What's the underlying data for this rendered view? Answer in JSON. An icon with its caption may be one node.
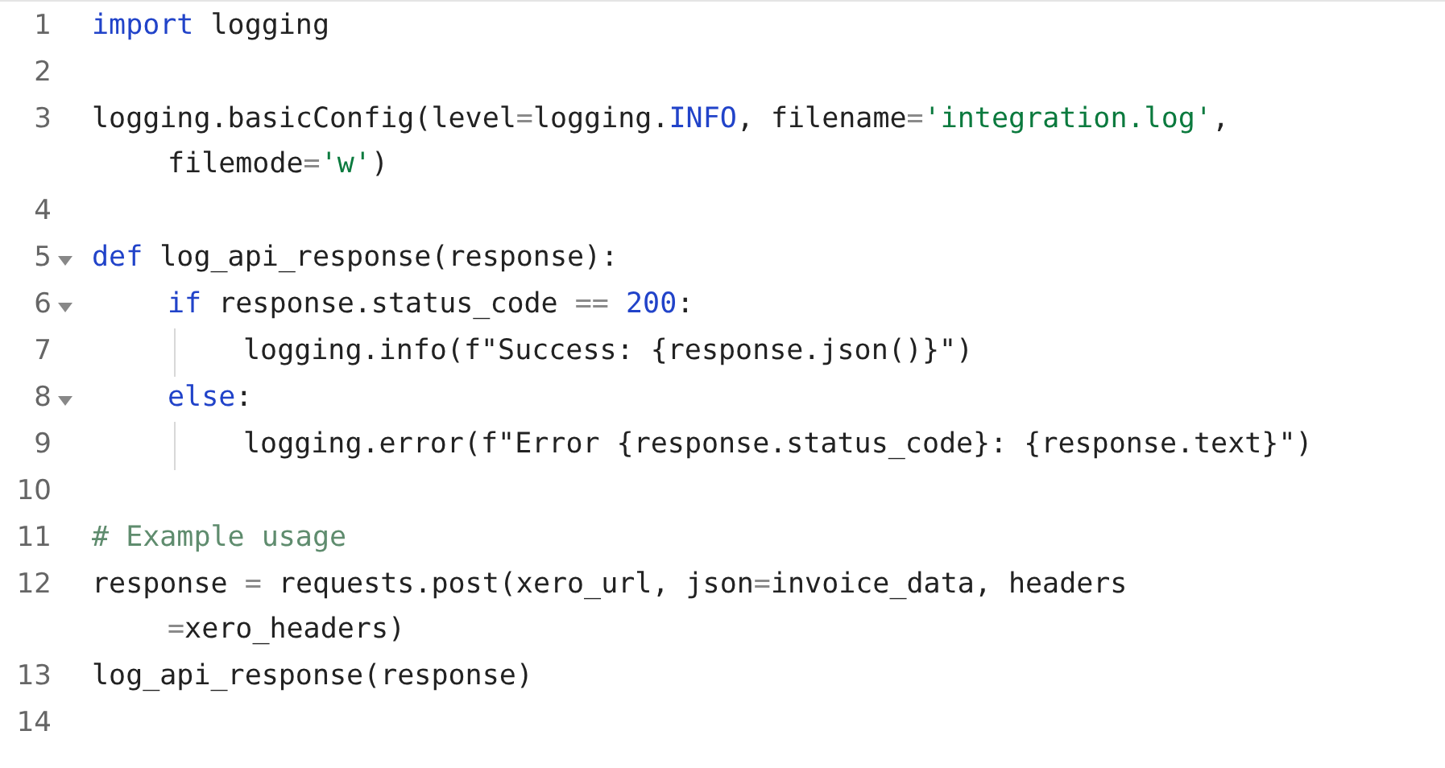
{
  "diagram": {
    "labels": [
      "1",
      "import logging",
      "2",
      "3",
      "logging.basicConfig(level=logging.INFO, filename='integration.log', filemode='w')",
      "4",
      "5",
      "def log_api_response(response):",
      "6",
      "if response.status_code == 200:",
      "7",
      "logging.info(f\"Success: {response.json()}\")",
      "8",
      "else:",
      "9",
      "logging.error(f\"Error {response.status_code}: {response.text}\")",
      "10",
      "11",
      "# Example usage",
      "12",
      "response = requests.post(xero_url, json=invoice_data, headers =xero_headers)",
      "13",
      "log_api_response(response)",
      "14"
    ]
  }
}
